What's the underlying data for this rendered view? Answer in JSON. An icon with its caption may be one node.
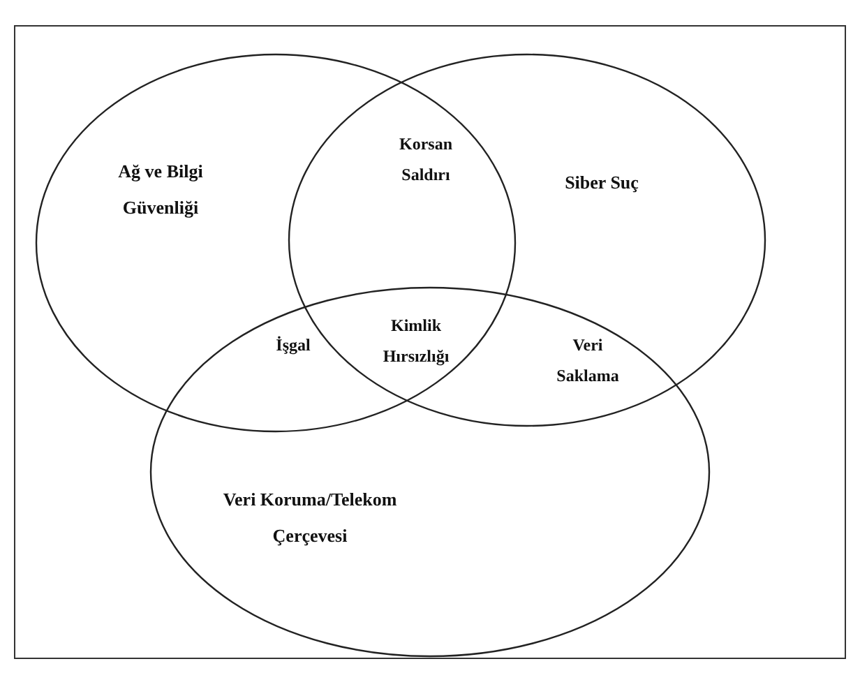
{
  "diagram": {
    "nodes": [
      {
        "text": [
          "Ağ ve Bilgi Güvenliği"
        ]
      },
      {
        "text": [
          "Siber Suç"
        ]
      },
      {
        "text": [
          "Veri Koruma/Telekom Çerçevesi"
        ]
      }
    ],
    "labels": [
      "Korsan Saldırı",
      "İşgal",
      "Kimlik Hırsızlığı",
      "Veri Saklama"
    ]
  }
}
